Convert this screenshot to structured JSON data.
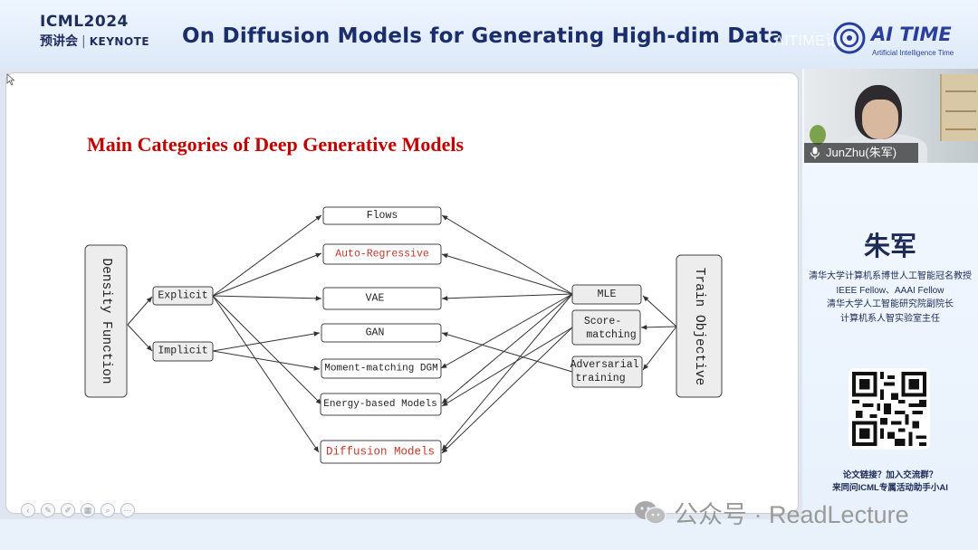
{
  "header": {
    "event_top": "ICML2024",
    "event_bottom_cn": "预讲会",
    "event_separator": "|",
    "event_bottom_en": "KEYNOTE",
    "talk_title": "On Diffusion Models for Generating High-dim Data",
    "watermark": "AITIME论道",
    "logo_text": "AI TIME",
    "logo_subtitle": "Artificial Intelligence Time"
  },
  "slide": {
    "title": "Main Categories of Deep Generative Models",
    "left_root": "Density Function",
    "right_root": "Train Objective",
    "branches": {
      "explicit": "Explicit",
      "implicit": "Implicit"
    },
    "models": {
      "flows": "Flows",
      "autoregressive": "Auto-Regressive",
      "vae": "VAE",
      "gan": "GAN",
      "moment_matching": "Moment-matching DGM",
      "energy_based": "Energy-based Models",
      "diffusion": "Diffusion Models"
    },
    "objectives": {
      "mle": "MLE",
      "score_matching": "Score-matching",
      "adversarial": "Adversarial training"
    },
    "highlight_color": "#c0392b",
    "toolbar_icons": [
      "prev-icon",
      "pen-icon",
      "highlighter-icon",
      "slides-icon",
      "zoom-icon",
      "more-icon"
    ]
  },
  "panel": {
    "participant_name": "JunZhu(朱军)",
    "speaker_name": "朱军",
    "bio_lines": [
      "清华大学计算机系博世人工智能冠名教授",
      "IEEE Fellow、AAAI Fellow",
      "清华大学人工智能研究院副院长",
      "计算机系人智实验室主任"
    ],
    "promo_lines": [
      "论文链接？加入交流群？",
      "来同问ICML专属活动助手小AI"
    ]
  },
  "footer": {
    "watermark": "公众号 · ReadLecture"
  }
}
